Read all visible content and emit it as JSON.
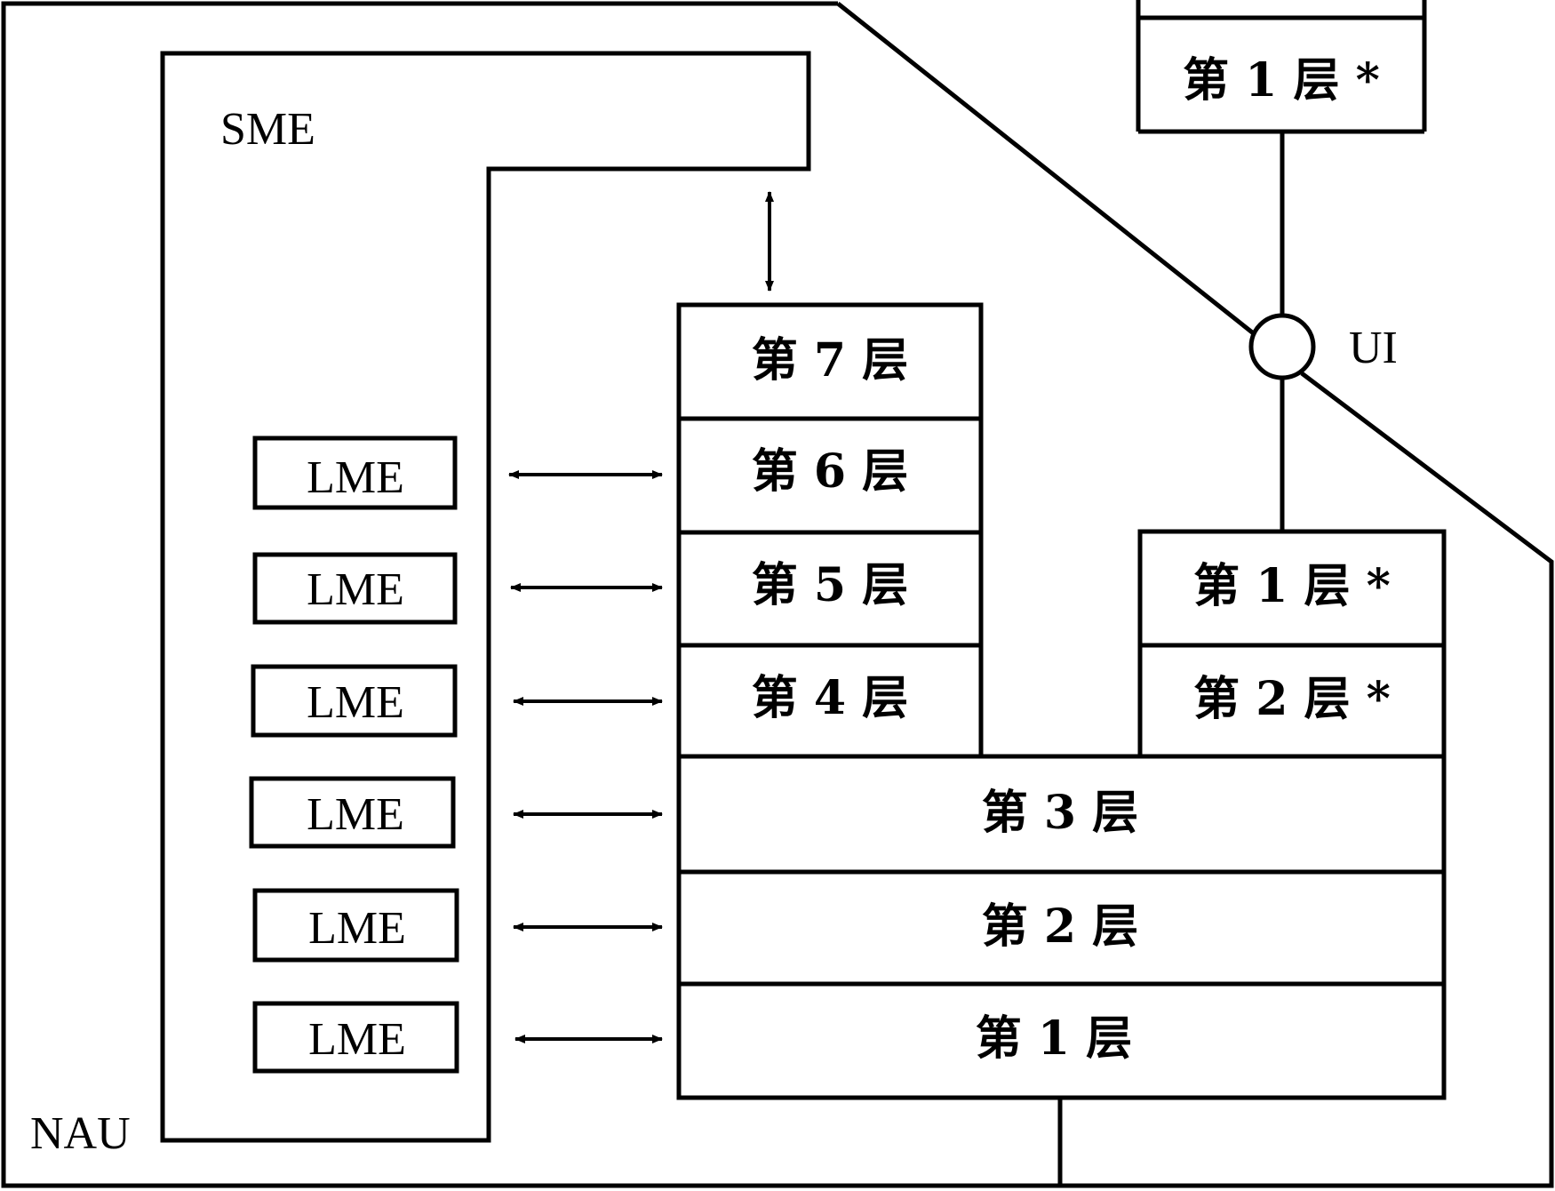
{
  "labels": {
    "nau": "NAU",
    "sme": "SME",
    "ui": "UI",
    "lme": "LME"
  },
  "layers": {
    "l7": "第 7 层",
    "l6": "第 6 层",
    "l5": "第 5 层",
    "l4": "第 4 层",
    "l3": "第 3 层",
    "l2": "第 2 层",
    "l1": "第 1 层",
    "r1": "第 1 层 *",
    "r2": "第 2 层 *",
    "top1": "第 1 层 *"
  }
}
